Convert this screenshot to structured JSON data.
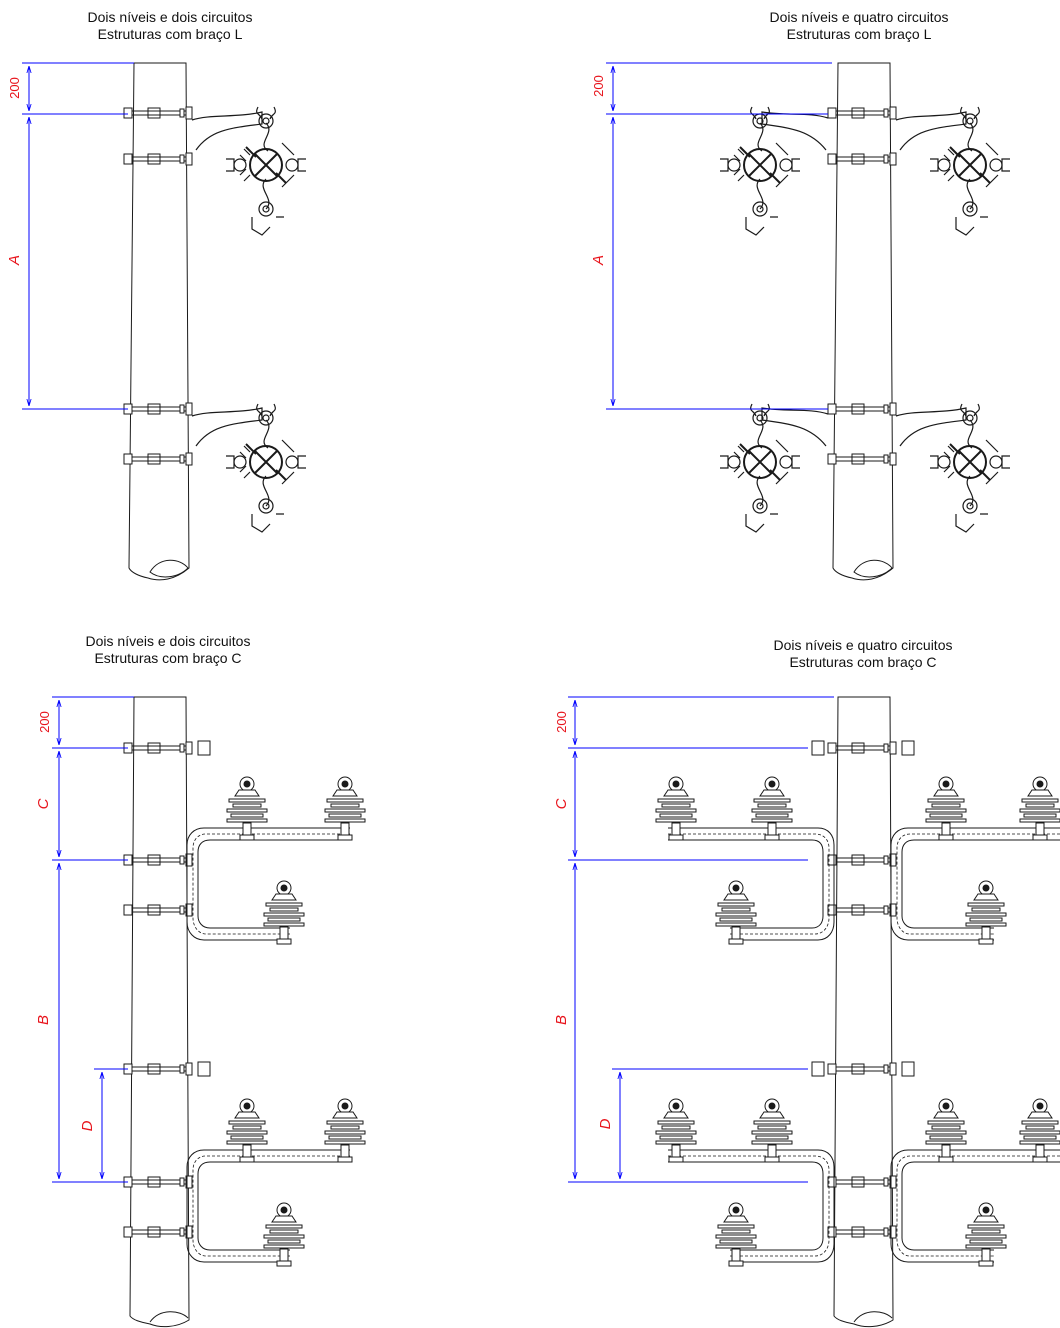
{
  "panels": [
    {
      "line1": "Dois níveis e dois circuitos",
      "line2": "Estruturas com braço L"
    },
    {
      "line1": "Dois níveis e quatro circuitos",
      "line2": "Estruturas com braço L"
    },
    {
      "line1": "Dois níveis e dois circuitos",
      "line2": "Estruturas com braço C"
    },
    {
      "line1": "Dois níveis e quatro circuitos",
      "line2": "Estruturas com braço C"
    }
  ],
  "dims": {
    "d200": "200",
    "A": "A",
    "B": "B",
    "C": "C",
    "D": "D"
  },
  "colors": {
    "dimension": "#0000ff",
    "dimension_text": "#e8141c",
    "drawing": "#1a1a1a"
  }
}
